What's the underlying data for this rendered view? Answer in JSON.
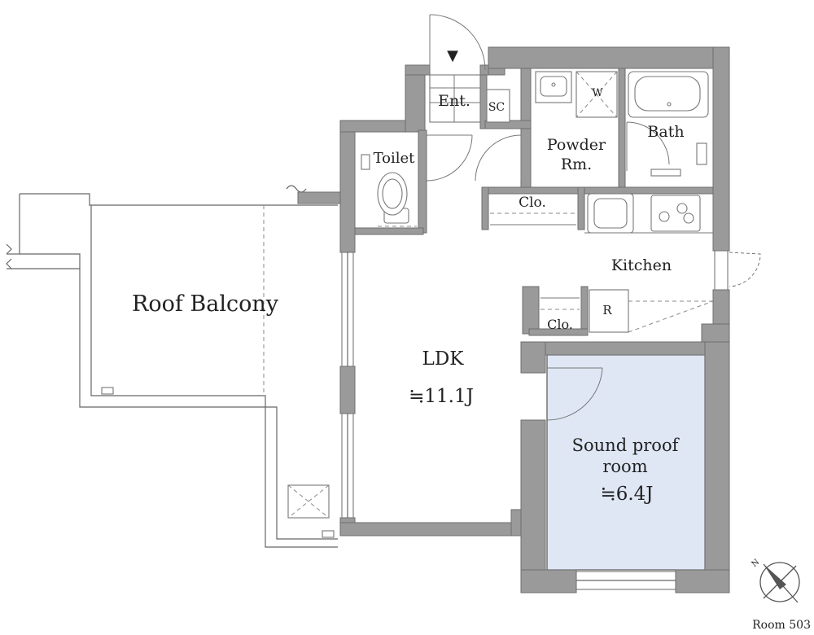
{
  "rooms": {
    "roof_balcony": "Roof Balcony",
    "ldk": "LDK",
    "ldk_area": "≒11.1J",
    "kitchen": "Kitchen",
    "toilet": "Toilet",
    "entrance": "Ent.",
    "shoe_closet": "SC",
    "powder_line1": "Powder",
    "powder_line2": "Rm.",
    "washer": "W",
    "bath": "Bath",
    "closet_upper": "Clo.",
    "closet_lower": "Clo.",
    "refrigerator": "R",
    "sound_line1": "Sound proof",
    "sound_line2": "room",
    "sound_area": "≒6.4J"
  },
  "entry_marker": "▼",
  "room_number": "Room 503",
  "compass_label": "N",
  "colors": {
    "wall": "#9a9a9a",
    "sound_room_fill": "#dfe7f5",
    "floor": "#ffffff",
    "text": "#222222"
  }
}
